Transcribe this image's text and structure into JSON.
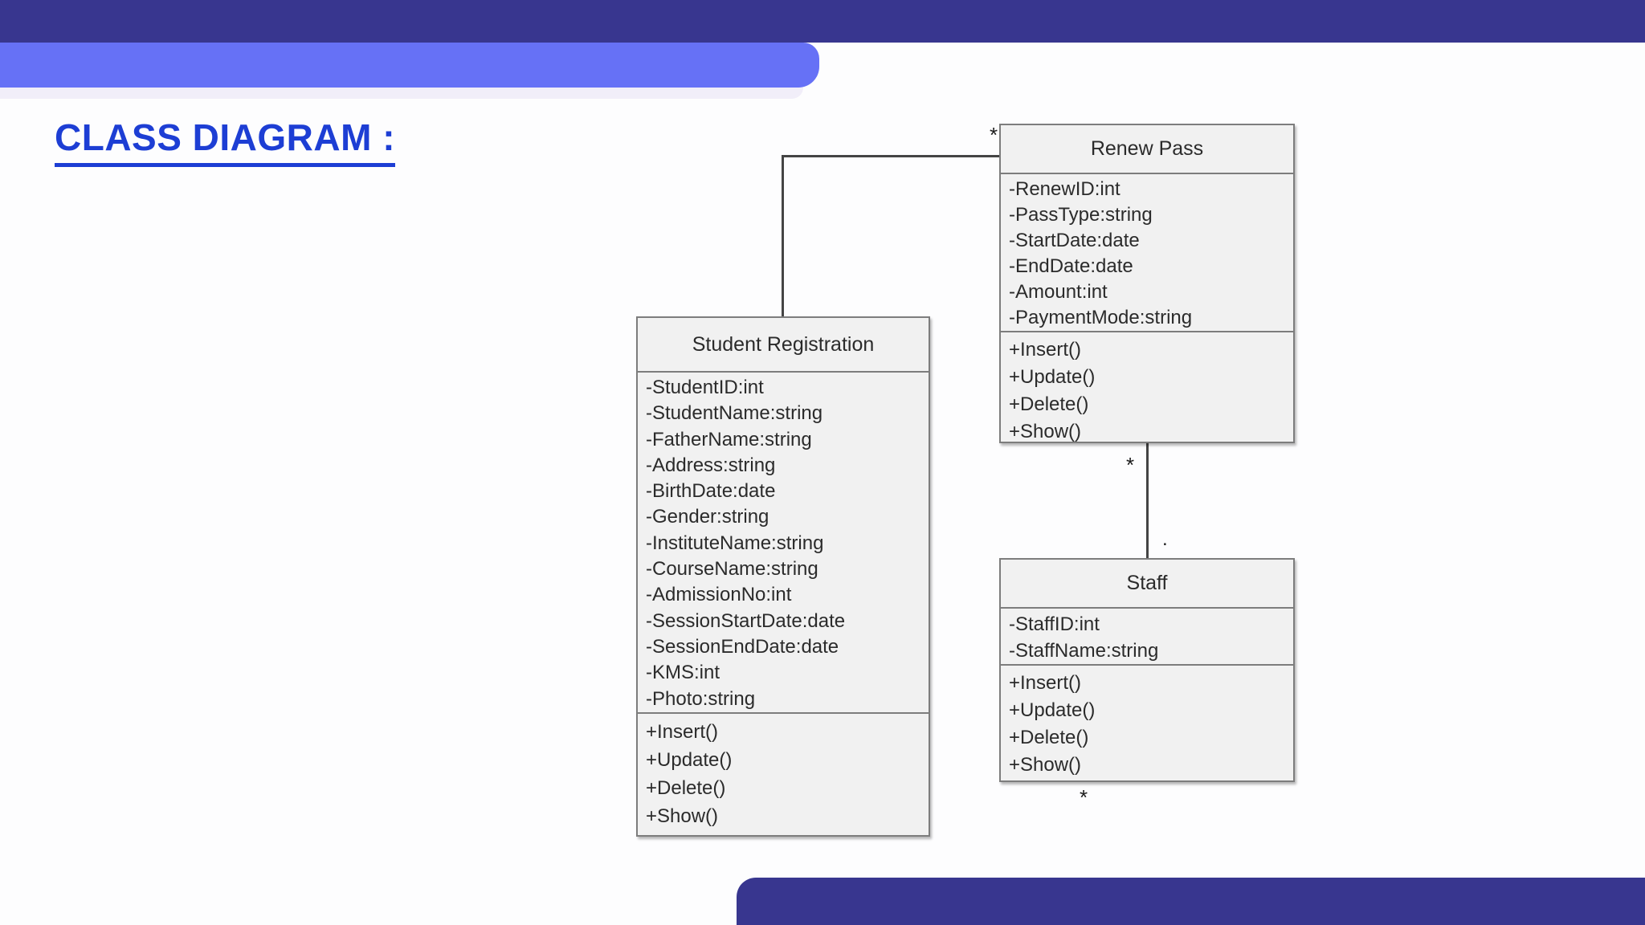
{
  "title": {
    "text": "CLASS DIAGRAM :"
  },
  "colors": {
    "top_bar": "#38368f",
    "accent_bar": "#6671f6",
    "footer_bar": "#38368f",
    "title_text": "#1d3ed4",
    "box_fill": "#f1f1f1",
    "box_border": "#7d7d7d",
    "connector": "#444444"
  },
  "diagram": {
    "classes": [
      {
        "name": "Student Registration",
        "attributes": [
          "-StudentID:int",
          "-StudentName:string",
          "-FatherName:string",
          "-Address:string",
          "-BirthDate:date",
          "-Gender:string",
          "-InstituteName:string",
          "-CourseName:string",
          "-AdmissionNo:int",
          "-SessionStartDate:date",
          "-SessionEndDate:date",
          "-KMS:int",
          "-Photo:string"
        ],
        "methods": [
          "+Insert()",
          "+Update()",
          "+Delete()",
          "+Show()"
        ]
      },
      {
        "name": "Renew Pass",
        "attributes": [
          "-RenewID:int",
          "-PassType:string",
          "-StartDate:date",
          "-EndDate:date",
          "-Amount:int",
          "-PaymentMode:string"
        ],
        "methods": [
          "+Insert()",
          "+Update()",
          "+Delete()",
          "+Show()"
        ]
      },
      {
        "name": "Staff",
        "attributes": [
          "-StaffID:int",
          "-StaffName:string"
        ],
        "methods": [
          "+Insert()",
          "+Update()",
          "+Delete()",
          "+Show()"
        ]
      }
    ],
    "multiplicities": {
      "renew_top_left": "*",
      "renew_bottom": "*",
      "staff_top": ".",
      "staff_bottom": "*"
    }
  }
}
